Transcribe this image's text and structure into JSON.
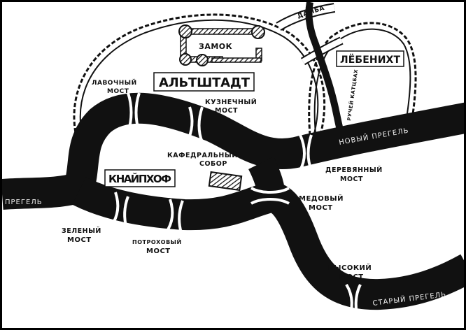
{
  "map": {
    "districts": {
      "altstadt": "АЛЬТШТАДТ",
      "kneiphof": "КНАЙПХОФ",
      "lobenicht": "ЛЁБЕНИХТ"
    },
    "landmarks": {
      "castle": "ЗАМОК",
      "cathedral_line1": "КАФЕДРАЛЬНЫЙ",
      "cathedral_line2": "СОБОР",
      "dam": "ДАМБА",
      "stream": "РУЧЕЙ КАТЦБАХ"
    },
    "rivers": {
      "new_pregel": "НОВЫЙ ПРЕГЕЛЬ",
      "old_pregel": "СТАРЫЙ ПРЕГЕЛЬ",
      "pregel": "ПРЕГЕЛЬ"
    },
    "bridges": [
      {
        "id": "lavochny",
        "line1": "ЛАВОЧНЫЙ",
        "line2": "МОСТ"
      },
      {
        "id": "kuznechny",
        "line1": "КУЗНЕЧНЫЙ",
        "line2": "МОСТ"
      },
      {
        "id": "derevyanny",
        "line1": "ДЕРЕВЯННЫЙ",
        "line2": "МОСТ"
      },
      {
        "id": "medovy",
        "line1": "МЕДОВЫЙ",
        "line2": "МОСТ"
      },
      {
        "id": "zeleny",
        "line1": "ЗЕЛЕНЫЙ",
        "line2": "МОСТ"
      },
      {
        "id": "potrohovy",
        "line1": "ПОТРОХОВЫЙ",
        "line2": "МОСТ"
      },
      {
        "id": "vysoky",
        "line1": "ВЫСОКИЙ",
        "line2": "МОСТ"
      }
    ],
    "colors": {
      "water": "#111111",
      "land": "#ffffff",
      "ink": "#111111"
    }
  }
}
